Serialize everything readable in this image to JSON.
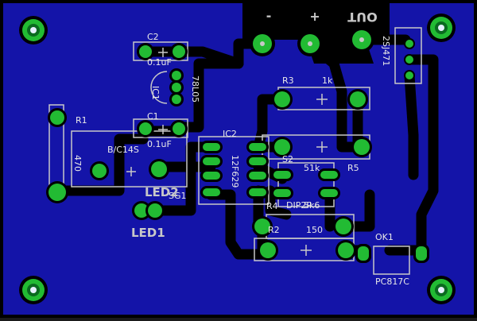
{
  "board": {
    "substrate_color": "#1414a8",
    "copper_color": "#000000",
    "pad_color": "#22bb33",
    "silk_color": "#c8c8c8"
  },
  "connector": {
    "labels": [
      "-",
      "+",
      "OUT"
    ]
  },
  "components": {
    "c2": {
      "ref": "C2",
      "value": "0.1uF"
    },
    "c1": {
      "ref": "C1",
      "value": "0.1uF"
    },
    "ic1": {
      "ref": "IC1",
      "value": "78L05"
    },
    "ic2": {
      "ref": "IC2",
      "value": "12F629"
    },
    "r1": {
      "ref": "R1",
      "value": "470",
      "extra": "B/C14S"
    },
    "r3": {
      "ref": "R3",
      "value": "1k"
    },
    "r5": {
      "ref": "R5",
      "value": ""
    },
    "r4": {
      "ref": "R4",
      "value": ""
    },
    "r2": {
      "ref": "R2",
      "value": "150"
    },
    "s2": {
      "ref": "S2",
      "value": "DIP2P"
    },
    "r51k": {
      "value": "51k"
    },
    "r5k6": {
      "value": "5k6"
    },
    "sg1": {
      "ref": "SG1"
    },
    "led2": {
      "ref": "LED2"
    },
    "led1": {
      "ref": "LED1"
    },
    "ok1": {
      "ref": "OK1",
      "value": "PC817C"
    },
    "sj": {
      "ref": "2SJ471"
    }
  }
}
